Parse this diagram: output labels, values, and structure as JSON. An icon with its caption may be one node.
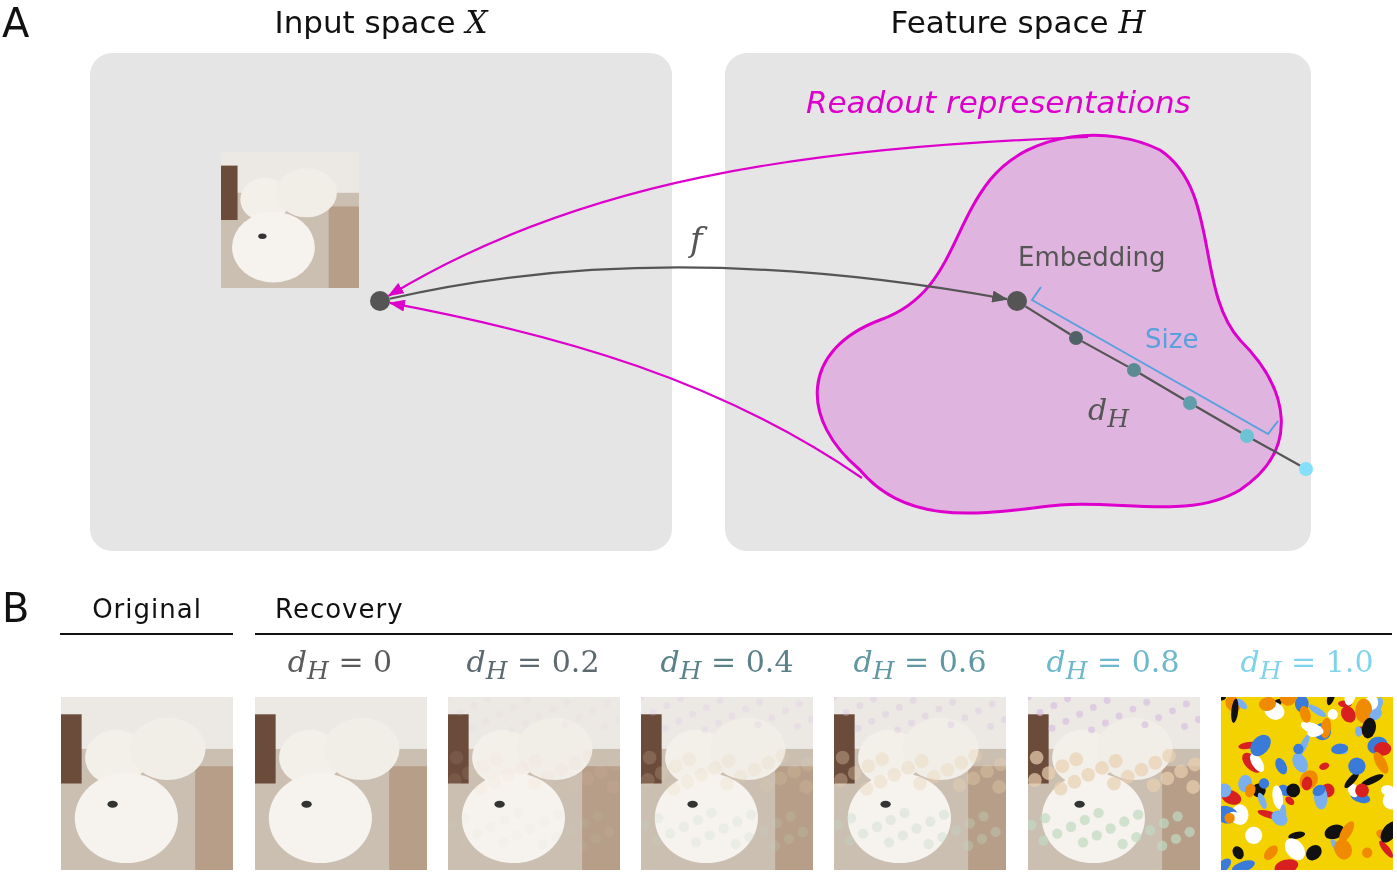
{
  "diagram": {
    "nodes": [
      {
        "text": [
          "Input space *X*"
        ]
      },
      {
        "text": [
          "Feature space *H*"
        ]
      },
      {
        "text": [],
        "shape": "circle",
        "in": 0
      },
      {
        "text": [
          "Readout representations"
        ],
        "in": 1
      },
      {
        "text": [
          "Embedding"
        ],
        "in": 3
      },
      {
        "text": [],
        "shape": "circle",
        "in": 3
      },
      {
        "text": [],
        "shape": "circle",
        "in": 3
      },
      {
        "text": [],
        "shape": "circle",
        "in": 3
      },
      {
        "text": [],
        "shape": "circle",
        "in": 3
      },
      {
        "text": [],
        "shape": "circle",
        "in": 1
      }
    ],
    "edges": [
      {
        "from": 2,
        "to": 4,
        "arrow": "to",
        "label": "*f*"
      },
      {
        "from": 3,
        "to": 2,
        "arrow": "to",
        "color": "#dd00cc"
      },
      {
        "from": 3,
        "to": 2,
        "arrow": "to",
        "color": "#dd00cc"
      },
      {
        "from": 4,
        "to": 5,
        "arrow": "none"
      },
      {
        "from": 5,
        "to": 6,
        "arrow": "none"
      },
      {
        "from": 6,
        "to": 7,
        "arrow": "none"
      },
      {
        "from": 7,
        "to": 8,
        "arrow": "none"
      },
      {
        "from": 8,
        "to": 9,
        "arrow": "none"
      }
    ],
    "labels": [
      "A",
      "Size",
      "*d*$_{H}$",
      "B",
      "Original",
      "Recovery",
      "*d*$_{H}$ = 0",
      "*d*$_{H}$ = 0.2",
      "*d*$_{H}$ = 0.4",
      "*d*$_{H}$ = 0.6",
      "*d*$_{H}$ = 0.8",
      "*d*$_{H}$ = 1.0"
    ]
  }
}
